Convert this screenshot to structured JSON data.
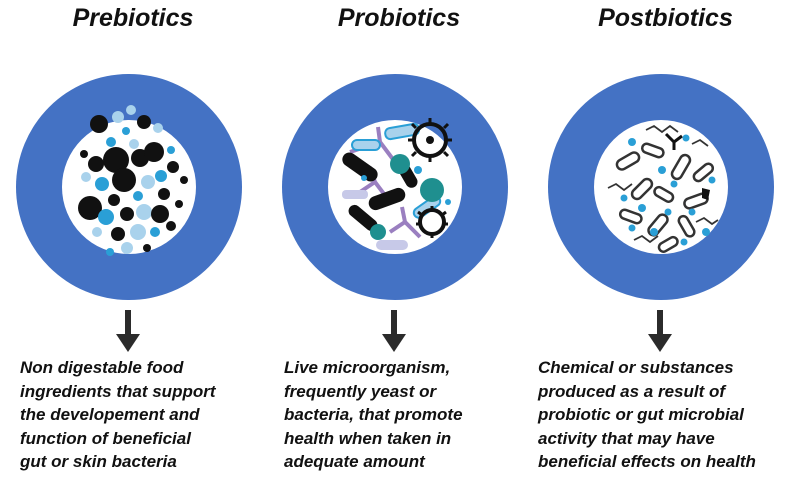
{
  "colors": {
    "ring": "#4472c4",
    "inner": "#ffffff",
    "particle_dark": "#111111",
    "particle_light": "#a9d2ec",
    "particle_blue": "#2a9fd6",
    "teal": "#1f8f8f",
    "purple": "#9a7fc0",
    "arrow": "#2b2b2b"
  },
  "panels": [
    {
      "title": "Prebiotics",
      "icon": "prebiotic-particles-icon",
      "description_lines": [
        "Non digestable food",
        "ingredients that support",
        "the developement and",
        "function of beneficial",
        "gut or skin bacteria"
      ]
    },
    {
      "title": "Probiotics",
      "icon": "probiotic-microorganisms-icon",
      "description_lines": [
        "Live microorganism,",
        "frequently yeast or",
        "bacteria, that promote",
        "health when taken in",
        "adequate amount"
      ]
    },
    {
      "title": "Postbiotics",
      "icon": "postbiotic-substances-icon",
      "description_lines": [
        "Chemical or substances",
        "produced as a result of",
        "probiotic or gut microbial",
        "activity that may have",
        "beneficial effects on health"
      ]
    }
  ]
}
